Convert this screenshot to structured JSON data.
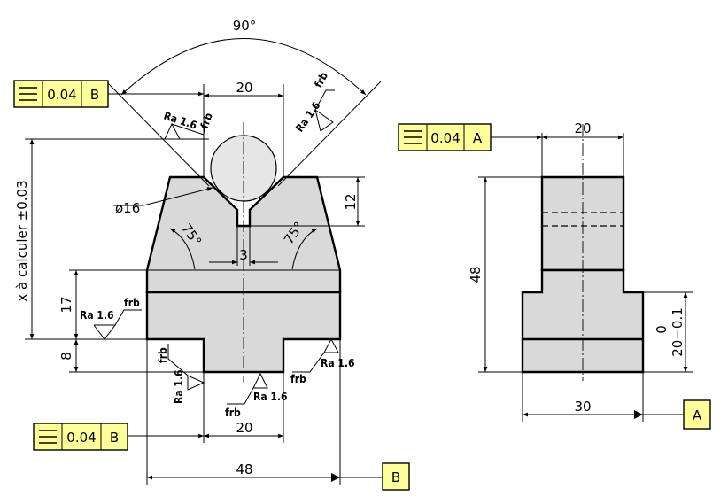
{
  "dimensions": {
    "angle_90": "90°",
    "top_groove_width": "20",
    "depth_12": "12",
    "diameter": "ø16",
    "angle_left": "75°",
    "angle_right": "75°",
    "slot_3": "3",
    "x_calc": "x à calculer ±0.03",
    "height_17": "17",
    "height_8": "8",
    "bottom_tenon_width": "20",
    "overall_width": "48",
    "side_top_width": "20",
    "side_height": "48",
    "side_width": "30",
    "tol_upper": "0",
    "tol_lower": "20−0.1"
  },
  "tolerance_frames": {
    "top_left": {
      "value": "0.04",
      "datum": "B"
    },
    "side_view": {
      "value": "0.04",
      "datum": "A"
    },
    "bottom_left": {
      "value": "0.04",
      "datum": "B"
    }
  },
  "datums": {
    "a": "A",
    "b": "B"
  },
  "roughness": {
    "ra": "Ra 1.6",
    "frb": "frb"
  },
  "colors": {
    "part_fill": "#d9d9d9",
    "frame_fill": "#ffff99",
    "ball_fill": "#e6e6e6"
  },
  "icons": {
    "symmetry": "symmetry-icon",
    "datum": "datum-triangle-icon",
    "roughness": "surface-roughness-icon"
  }
}
